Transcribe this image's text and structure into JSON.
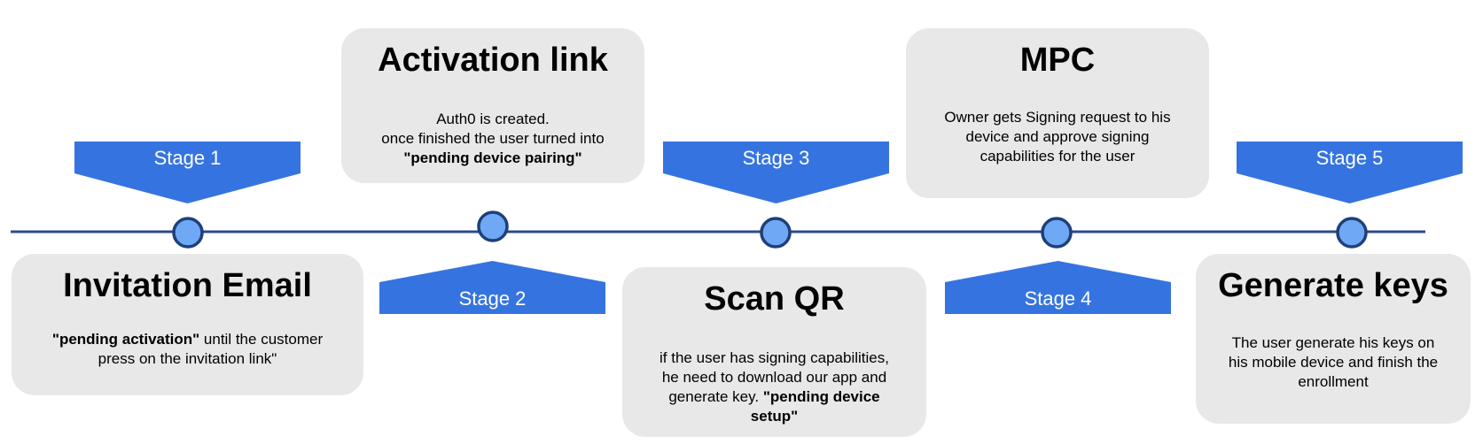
{
  "colors": {
    "timeline": "#2c4a8a",
    "node_fill": "#6fa8f5",
    "node_stroke": "#1f3f7a",
    "stage_fill": "#3574e0",
    "card_fill": "#e8e8e8"
  },
  "stages": [
    {
      "label": "Stage 1",
      "direction": "down"
    },
    {
      "label": "Stage 2",
      "direction": "up"
    },
    {
      "label": "Stage 3",
      "direction": "down"
    },
    {
      "label": "Stage 4",
      "direction": "up"
    },
    {
      "label": "Stage 5",
      "direction": "down"
    }
  ],
  "cards": [
    {
      "title": "Invitation Email",
      "lines": [
        [
          {
            "text": "\"pending activation\"",
            "bold": true
          },
          {
            "text": " until the customer"
          }
        ],
        [
          {
            "text": "press on the invitation link\""
          }
        ]
      ]
    },
    {
      "title": "Activation link",
      "lines": [
        [
          {
            "text": "Auth0 is created."
          }
        ],
        [
          {
            "text": "once finished the user turned into"
          }
        ],
        [
          {
            "text": "\"pending device pairing\"",
            "bold": true
          }
        ]
      ]
    },
    {
      "title": "Scan QR",
      "lines": [
        [
          {
            "text": "if the user has signing capabilities,"
          }
        ],
        [
          {
            "text": "he need to download our app and"
          }
        ],
        [
          {
            "text": "generate key. "
          },
          {
            "text": "\"pending device",
            "bold": true
          }
        ],
        [
          {
            "text": "setup\"",
            "bold": true
          }
        ]
      ]
    },
    {
      "title": "MPC",
      "lines": [
        [
          {
            "text": "Owner gets Signing request to his"
          }
        ],
        [
          {
            "text": "device and approve signing"
          }
        ],
        [
          {
            "text": "capabilities for the user"
          }
        ]
      ]
    },
    {
      "title": "Generate keys",
      "lines": [
        [
          {
            "text": "The user generate his keys on"
          }
        ],
        [
          {
            "text": "his mobile device and finish the"
          }
        ],
        [
          {
            "text": "enrollment"
          }
        ]
      ]
    }
  ]
}
